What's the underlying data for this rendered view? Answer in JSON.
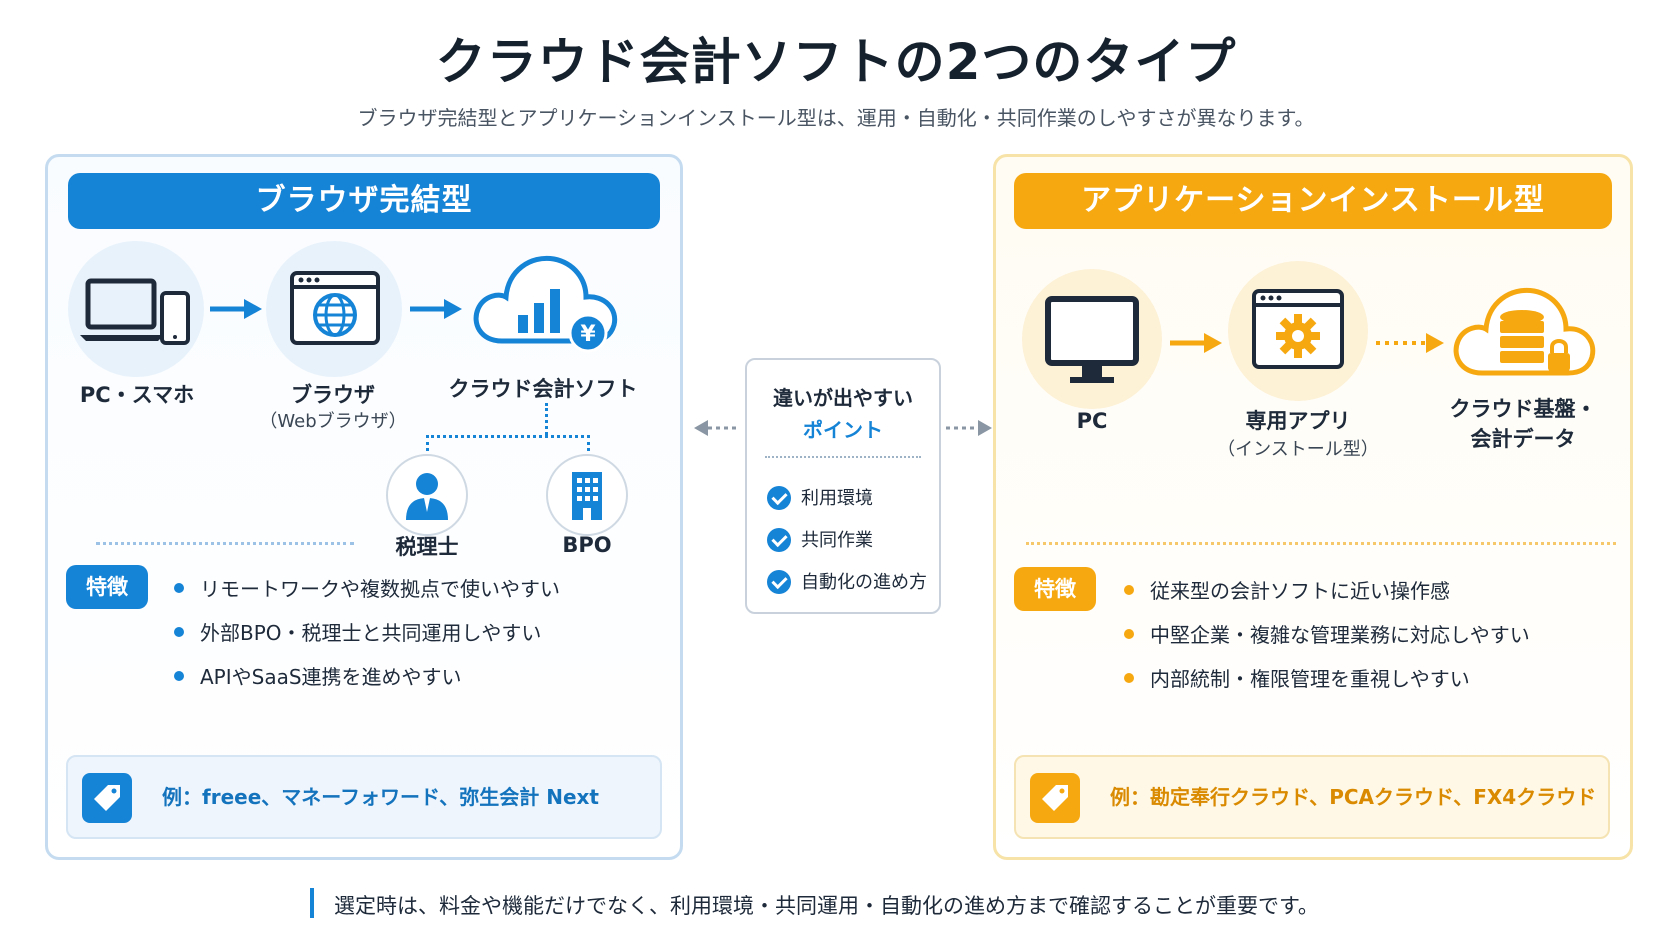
{
  "header": {
    "title": "クラウド会計ソフトの2つのタイプ",
    "subtitle": "ブラウザ完結型とアプリケーションインストール型は、運用・自動化・共同作業のしやすさが異なります。"
  },
  "left": {
    "banner": "ブラウザ完結型",
    "flow": {
      "device": "PC・スマホ",
      "browser": "ブラウザ",
      "browser_sub": "（Webブラウザ）",
      "cloud": "クラウド会計ソフト",
      "accountant": "税理士",
      "bpo": "BPO"
    },
    "tag": "特徴",
    "features": [
      "リモートワークや複数拠点で使いやすい",
      "外部BPO・税理士と共同運用しやすい",
      "APIやSaaS連携を進めやすい"
    ],
    "example": "例：freee、マネーフォワード、弥生会計 Next"
  },
  "middle": {
    "title": "違いが出やすい",
    "title2": "ポイント",
    "items": [
      "利用環境",
      "共同作業",
      "自動化の進め方"
    ]
  },
  "right": {
    "banner": "アプリケーションインストール型",
    "flow": {
      "pc": "PC",
      "app": "専用アプリ",
      "app_sub": "（インストール型）",
      "cloud_line1": "クラウド基盤・",
      "cloud_line2": "会計データ"
    },
    "tag": "特徴",
    "features": [
      "従来型の会計ソフトに近い操作感",
      "中堅企業・複雑な管理業務に対応しやすい",
      "内部統制・権限管理を重視しやすい"
    ],
    "example": "例：勘定奉行クラウド、PCAクラウド、FX4クラウド"
  },
  "footer": {
    "note": "選定時は、料金や機能だけでなく、利用環境・共同運用・自動化の進め方まで確認することが重要です。"
  },
  "colors": {
    "blue": "#1583d6",
    "orange": "#f6a811",
    "dark": "#1e2a3a"
  }
}
